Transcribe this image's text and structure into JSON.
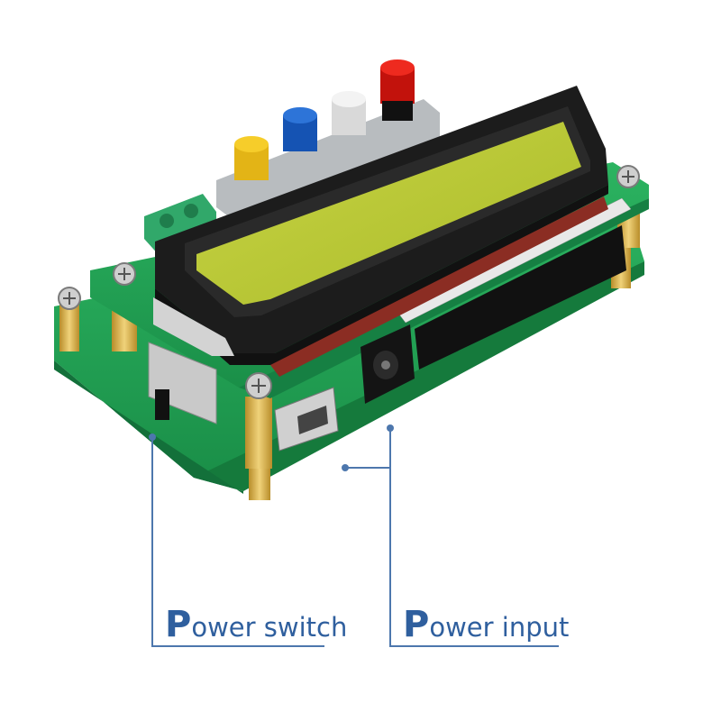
{
  "labels": {
    "power_switch": {
      "cap": "P",
      "rest": "ower switch"
    },
    "power_input": {
      "cap": "P",
      "rest": "ower input"
    }
  },
  "colors": {
    "callout_line": "#4d77ad",
    "label_text": "#2f5f9e",
    "pcb_green": "#22a455",
    "lcd_screen": "#b9c834",
    "lcd_frame": "#1f1f1f",
    "standoff_brass": "#d9b34a",
    "button_yellow": "#f2c21b",
    "button_blue": "#1c62c9",
    "button_white": "#e9e9e9",
    "button_red": "#e0160f"
  },
  "icons": {
    "board": "lcd-module-pcb-photo",
    "switch": "slide-switch-icon",
    "usb": "mini-usb-port-icon",
    "dc_jack": "dc-barrel-jack-icon"
  }
}
